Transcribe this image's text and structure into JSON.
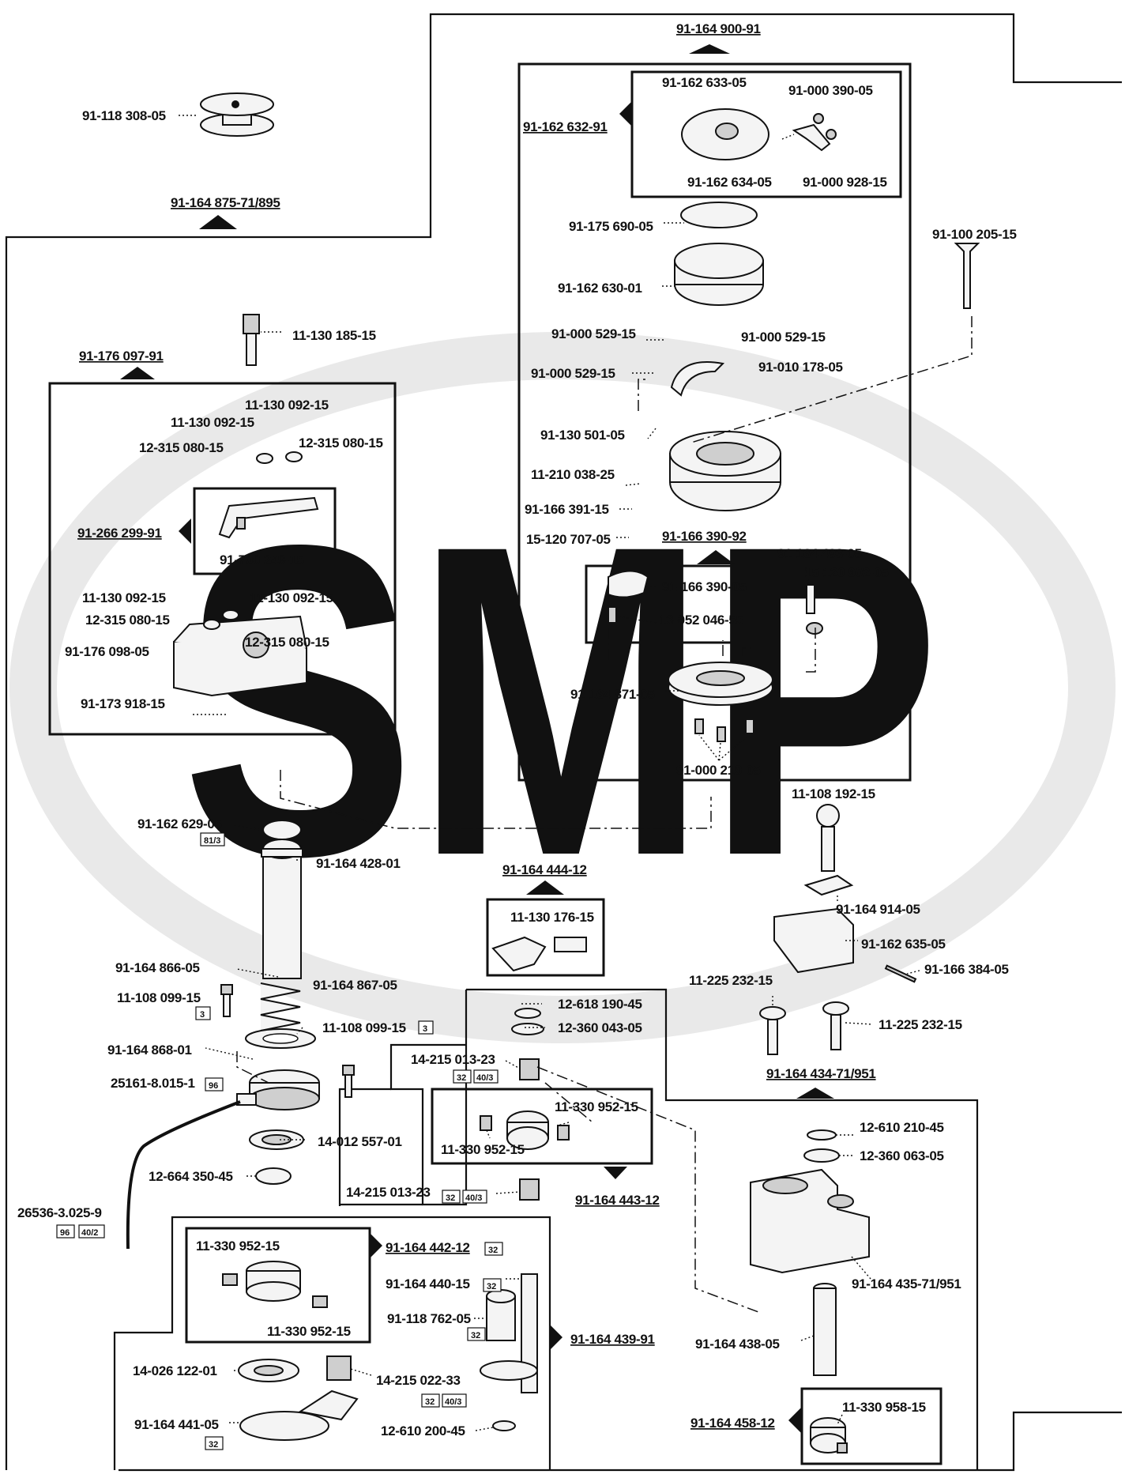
{
  "watermark": "SMP",
  "assemblies": [
    "91-164 900-91",
    "91-162 632-91",
    "91-164 875-71/895",
    "91-176 097-91",
    "91-266 299-91",
    "91-166 390-92",
    "91-164 444-12",
    "91-164 443-12",
    "91-164 434-71/951",
    "91-164 442-12",
    "91-164 439-91",
    "91-164 458-12"
  ],
  "parts": [
    "91-118 308-05",
    "91-162 633-05",
    "91-000 390-05",
    "91-162 634-05",
    "91-000 928-15",
    "91-175 690-05",
    "91-162 630-01",
    "91-100 205-15",
    "11-130 185-15",
    "91-000 529-15",
    "91-000 529-15",
    "91-000 529-15",
    "91-010 178-05",
    "91-130 501-05",
    "11-210 038-25",
    "91-166 391-15",
    "15-120 707-05",
    "91-164 493-05",
    "15-120 902-05",
    "91-166 390-05",
    "13-052 046-55",
    "91-164 871-05",
    "91-000 219-05",
    "11-130 092-15",
    "11-130 092-15",
    "12-315 080-15",
    "12-315 080-15",
    "91-700 249-15",
    "11-130 092-15",
    "11-130 092-15",
    "12-315 080-15",
    "12-315 080-15",
    "91-176 098-05",
    "91-173 918-15",
    "11-108 192-15",
    "91-162 629-05",
    "91-164 428-01",
    "11-130 176-15",
    "91-164 914-05",
    "91-162 635-05",
    "91-166 384-05",
    "91-164 866-05",
    "91-164 867-05",
    "11-108 099-15",
    "11-108 099-15",
    "91-164 868-01",
    "25161-8.015-1",
    "14-012 557-01",
    "12-664 350-45",
    "26536-3.025-9",
    "12-618 190-45",
    "12-360 043-05",
    "14-215 013-23",
    "11-330 952-15",
    "11-330 952-15",
    "11-225 232-15",
    "11-225 232-15",
    "14-215 013-23",
    "12-610 210-45",
    "12-360 063-05",
    "11-330 952-15",
    "11-330 952-15",
    "91-164 440-15",
    "91-118  762-05",
    "91-164 435-71/951",
    "91-164 438-05",
    "14-026 122-01",
    "14-215 022-33",
    "91-164 441-05",
    "12-610 200-45",
    "11-330 958-15"
  ],
  "qty_boxes": [
    "81/3",
    "3",
    "3",
    "96",
    "32",
    "40/3",
    "32",
    "40/3",
    "96",
    "40/2",
    "32",
    "32",
    "32",
    "32",
    "40/3",
    "32"
  ]
}
